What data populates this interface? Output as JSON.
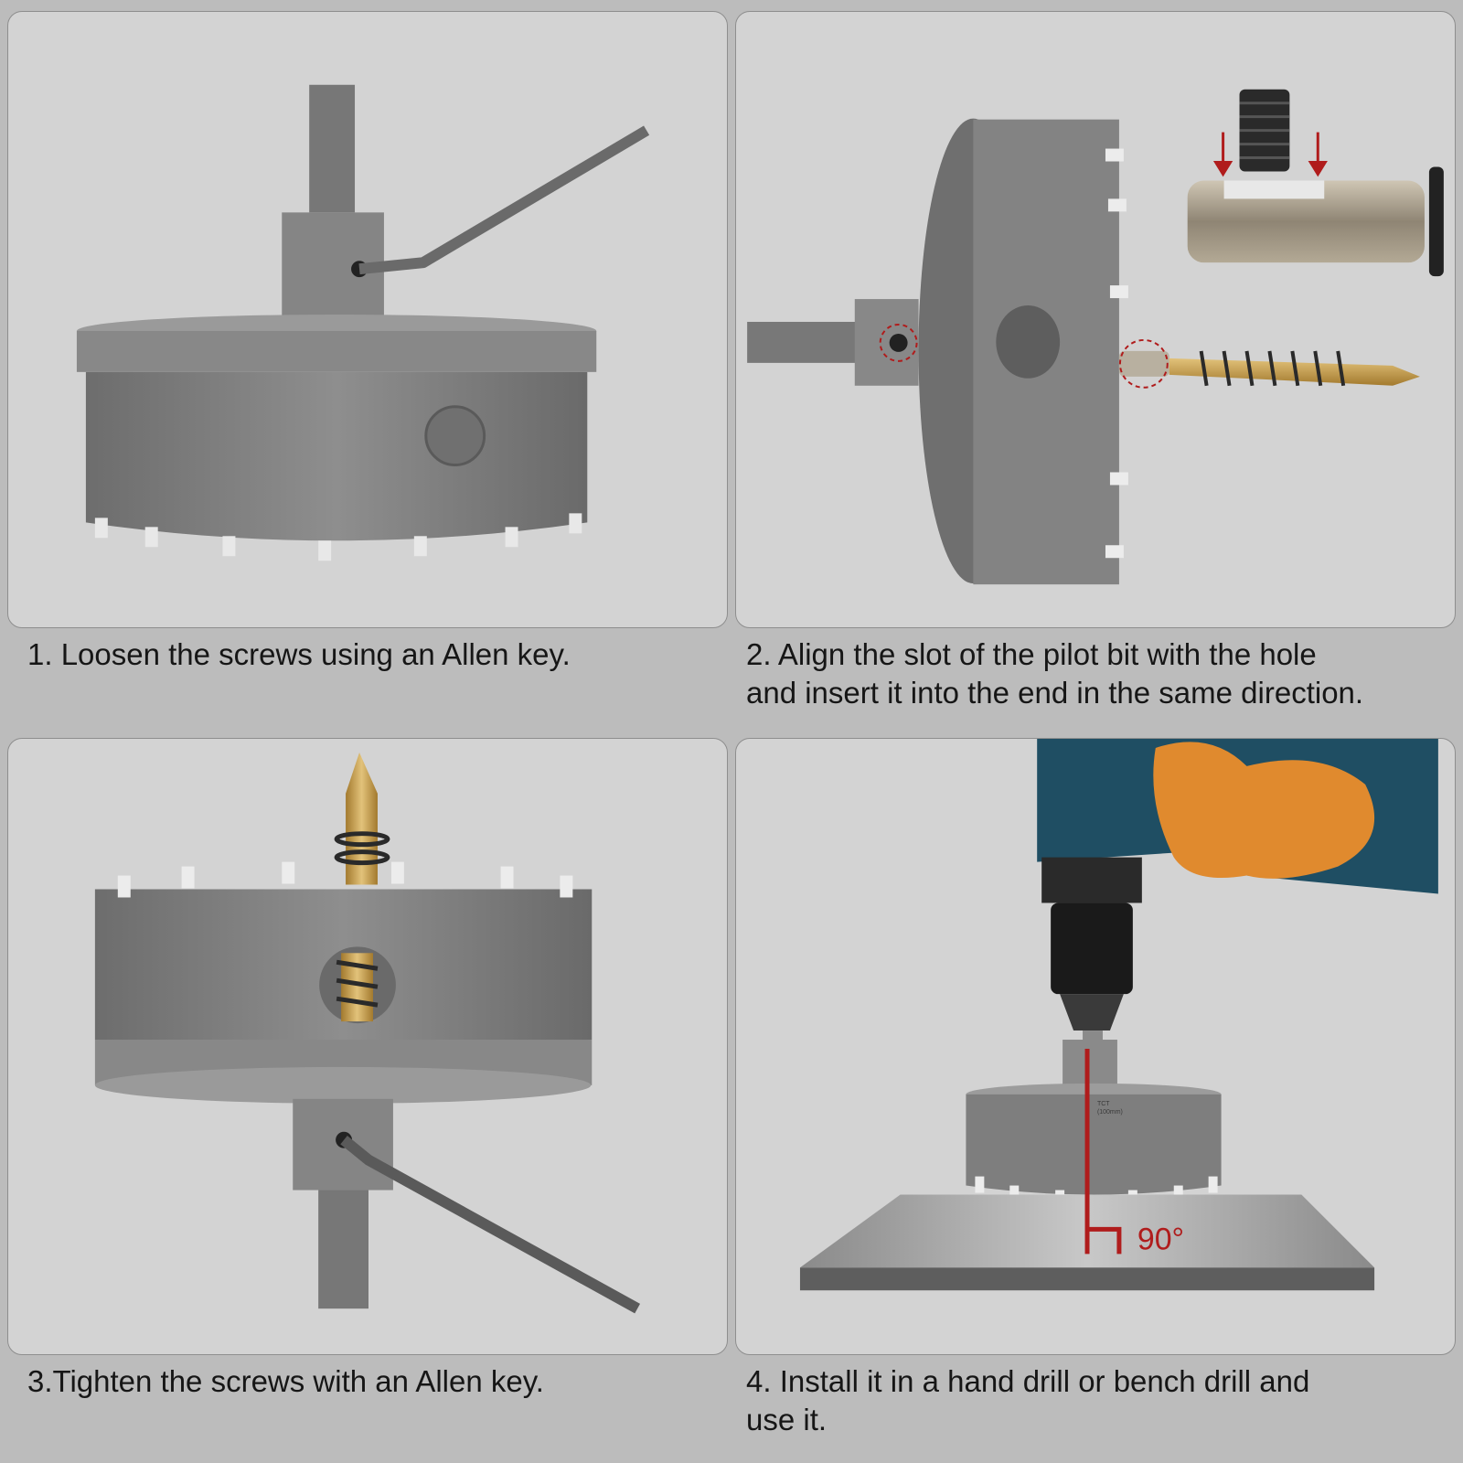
{
  "steps": [
    {
      "number": "1",
      "caption": "1. Loosen the screws using an Allen key."
    },
    {
      "number": "2",
      "caption_line1": "2. Align the slot of the pilot bit with the hole",
      "caption_line2": "and insert it into the end in the same direction."
    },
    {
      "number": "3",
      "caption": "3.Tighten the screws with an Allen key."
    },
    {
      "number": "4",
      "caption_line1": "4. Install it in a hand drill or bench drill and",
      "caption_line2": "use it.",
      "angle_label": "90°",
      "saw_label_line1": "TCT",
      "saw_label_line2": "(100mm)"
    }
  ],
  "colors": {
    "background": "#bcbcbc",
    "panel": "#d3d3d3",
    "steel": "#7a7a7a",
    "accent_red": "#b01c1c",
    "gold": "#c49a4a",
    "drill_body": "#1f4e63",
    "glove": "#e08a2e"
  },
  "icons": [
    "hole-saw-icon",
    "allen-key-icon",
    "pilot-drill-bit-icon",
    "set-screw-icon",
    "spring-icon",
    "hand-drill-icon",
    "metal-plate-icon"
  ]
}
